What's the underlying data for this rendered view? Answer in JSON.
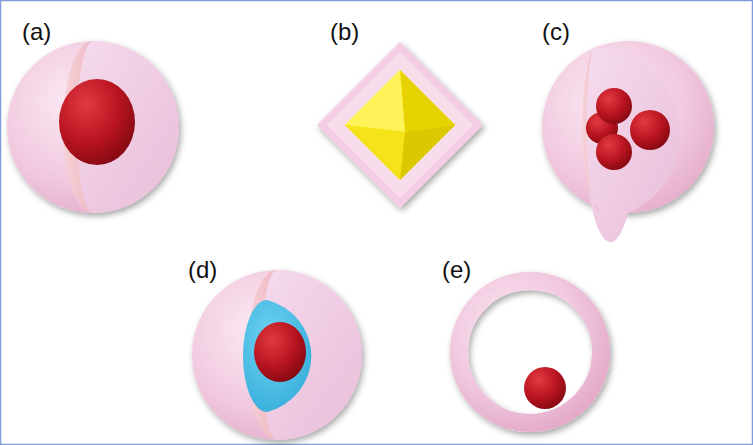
{
  "diagram": {
    "labels": [
      "(a)",
      "(b)",
      "(c)",
      "(d)",
      "(e)"
    ]
  }
}
